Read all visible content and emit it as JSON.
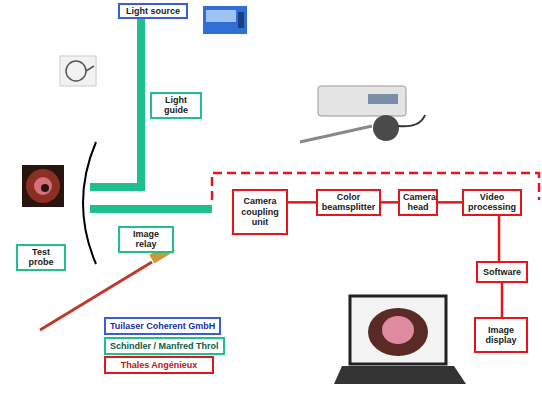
{
  "diagram": {
    "nodes": [
      {
        "text": [
          "Light source"
        ]
      },
      {
        "text": [
          "Light guide"
        ]
      },
      {
        "text": [
          "Test probe"
        ]
      },
      {
        "text": [
          "Image relay"
        ]
      },
      {
        "text": [
          "Camera coupling unit"
        ]
      },
      {
        "text": [
          "Color beamsplitter"
        ]
      },
      {
        "text": [
          "Camera head"
        ]
      },
      {
        "text": [
          "Video processing"
        ]
      },
      {
        "text": [
          "Software"
        ]
      },
      {
        "text": [
          "Image display"
        ]
      }
    ],
    "edges": [
      {
        "from": 4,
        "to": 5,
        "arrow": "none"
      },
      {
        "from": 5,
        "to": 6,
        "arrow": "none"
      },
      {
        "from": 6,
        "to": 7,
        "arrow": "none"
      },
      {
        "from": 7,
        "to": 8,
        "arrow": "none"
      },
      {
        "from": 8,
        "to": 9,
        "arrow": "none"
      }
    ],
    "legend": [
      {
        "text": "Tuilaser Coherent GmbH",
        "color": "#3b5bdb"
      },
      {
        "text": "Schindler / Manfred Throl",
        "color": "#1fbf8f"
      },
      {
        "text": "Thales Angénieux",
        "color": "#e8141b"
      }
    ]
  }
}
